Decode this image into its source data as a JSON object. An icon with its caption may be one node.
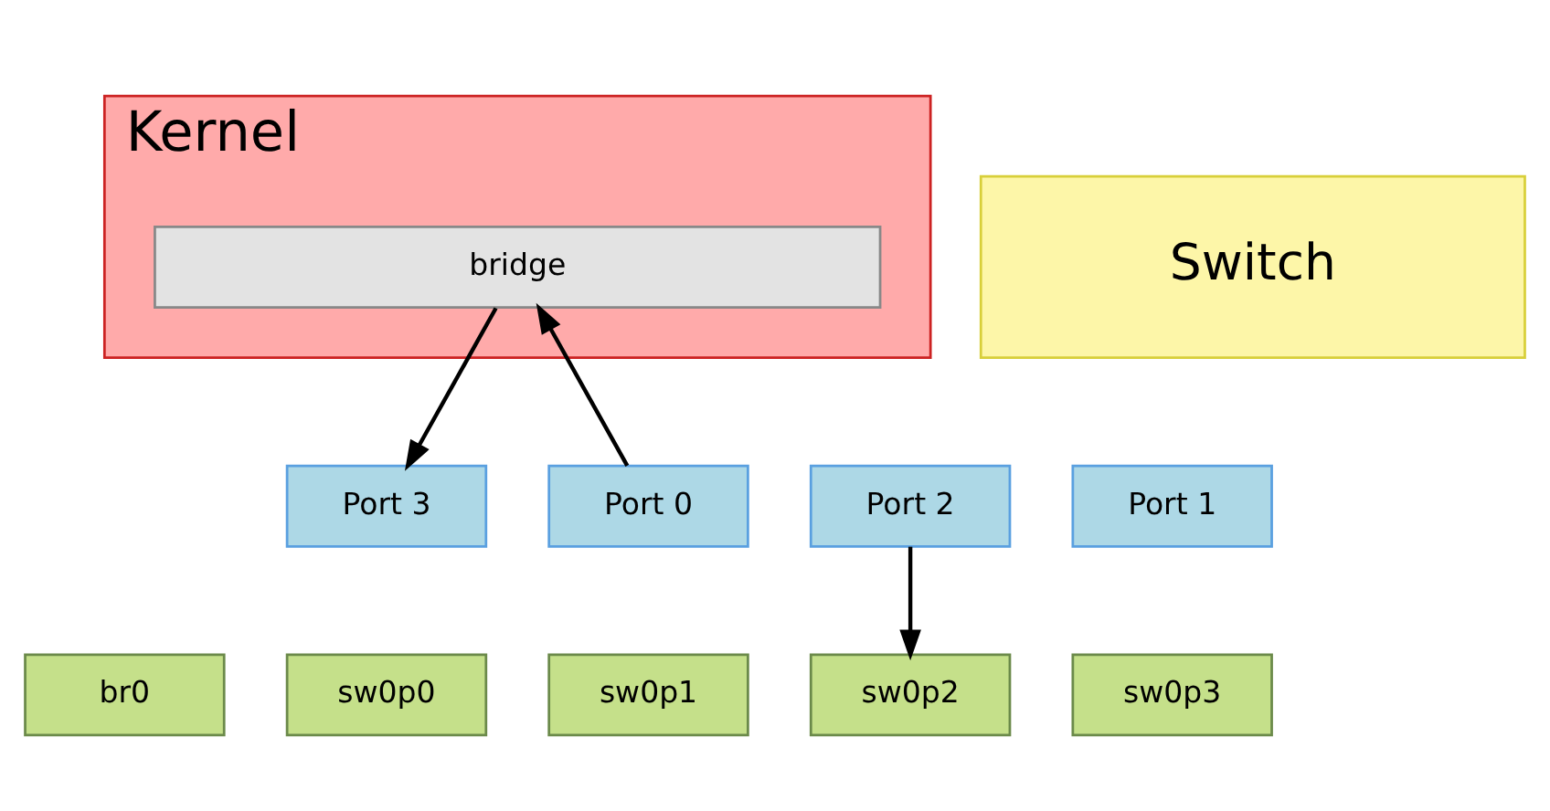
{
  "diagram": {
    "nodes": [
      {
        "text": [
          "Kernel"
        ]
      },
      {
        "text": [
          "br0"
        ]
      },
      {
        "text": [
          "sw0p0"
        ]
      },
      {
        "text": [
          "sw0p1"
        ]
      },
      {
        "text": [
          "sw0p2"
        ]
      },
      {
        "text": [
          "sw0p3"
        ]
      },
      {
        "text": [
          "bridge"
        ],
        "in": 0
      },
      {
        "text": [
          "Switch"
        ]
      },
      {
        "text": [
          "Port 0"
        ]
      },
      {
        "text": [
          "Port 1"
        ]
      },
      {
        "text": [
          "Port 2"
        ]
      },
      {
        "text": [
          "Port 3"
        ]
      }
    ],
    "edges": [
      {
        "from": 8,
        "to": 6,
        "arrow": "to"
      },
      {
        "from": 6,
        "to": 11,
        "arrow": "to"
      },
      {
        "from": 10,
        "to": 4,
        "arrow": "to"
      }
    ]
  }
}
